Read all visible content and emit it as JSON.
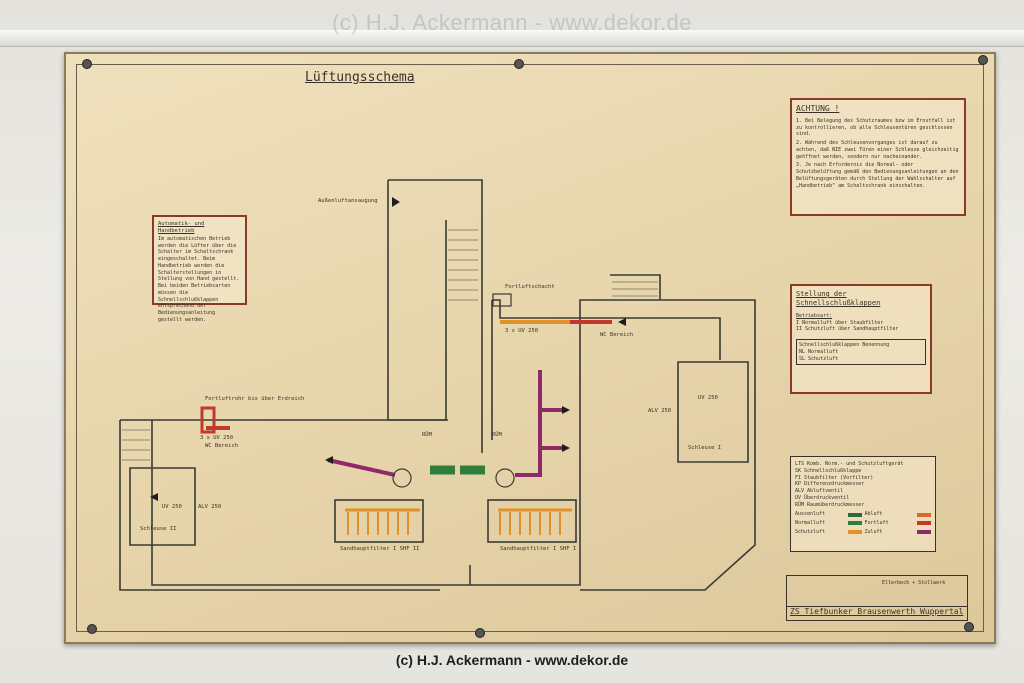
{
  "watermark_top": "(c) H.J. Ackermann - www.dekor.de",
  "caption": "(c) H.J. Ackermann - www.dekor.de",
  "plan": {
    "title": "Lüftungsschema",
    "labels": {
      "aussenluft": "Außenluftansaugung",
      "fortluft_schacht": "Fortluftschacht",
      "uv_top": "3 x UV 250",
      "wc": "WC Bereich",
      "fortluft_rohr": "Fortluftrohr bis über Erdreich",
      "uv_left": "3 x UV 250",
      "wc_left": "WC Bereich",
      "rum_left": "RÜM",
      "rum_right": "RÜM",
      "sf_left": "Sandhauptfilter I SHF II",
      "sf_right": "Sandhauptfilter I SHF I",
      "schleuse_left": "Schleuse II",
      "schleuse_right": "Schleuse I",
      "alv_right": "ALV 250",
      "uv_right": "UV 250",
      "uv_small": "UV 250",
      "alv_small": "ALV 250"
    },
    "left_box": {
      "heading": "Automatik- und Handbetrieb",
      "text": "Im automatischen Betrieb werden die Lüfter über die Schalter im Schaltschrank eingeschaltet. Beim Handbetrieb werden die Schalterstellungen in Stellung von Hand gestellt. Bei beiden Betriebsarten müssen die Schnellschlußklappen entsprechend der Bedienungsanleitung gestellt werden."
    },
    "warning_box": {
      "heading": "ACHTUNG !",
      "items": [
        "1. Bei Belegung des Schutzraumes bzw im Ernstfall ist zu kontrollieren, ob alle Schleusentüren geschlossen sind.",
        "2. Während des Schleusenvorganges ist darauf zu achten, daß NIE zwei Türen einer Schleuse gleichzeitig geöffnet werden, sondern nur nacheinander.",
        "3. Je nach Erfordernis die Normal- oder Schutzbelüftung gemäß den Bedienungsanleitungen an den Belüftungsgeräten durch Stellung der Wahlschalter auf „Handbetrieb\" am Schaltschrank einschalten."
      ]
    },
    "klappen_box": {
      "heading": "Stellung der Schnellschlußklappen",
      "betrieb": "Betriebsart:",
      "rows": [
        "I Normalluft über Staubfilter",
        "II Schutzluft über Sandhauptfilter"
      ],
      "table_head": "Schnellschlußklappen Benennung",
      "table_rows": [
        "NL  Normalluft",
        "SL  Schutzluft"
      ]
    },
    "legend": {
      "items": [
        "LTS  Komb. Norm.- und Schutzluftgerät",
        "SK   Schnellschlußklappe",
        "FI   Staubfilter (Vorfilter)",
        "KP   Differenzdruckmesser",
        "ALV  Abluftventil",
        "UV   Überdruckventil",
        "RÜM  Raumüberdruckmesser"
      ],
      "swatches": [
        "Aussenluft",
        "Abluft",
        "Normalluft",
        "Fortluft",
        "Schutzluft",
        "Zuluft"
      ],
      "colors": [
        "#2f6b3a",
        "#d46a2a",
        "#2f7d3a",
        "#c0392b",
        "#e0912a",
        "#8e2a6a"
      ]
    },
    "titleblock": {
      "bottom": "ZS Tiefbunker Brausenwerth Wuppertal",
      "firm": "Ellerbeck + Stollwerk"
    }
  }
}
